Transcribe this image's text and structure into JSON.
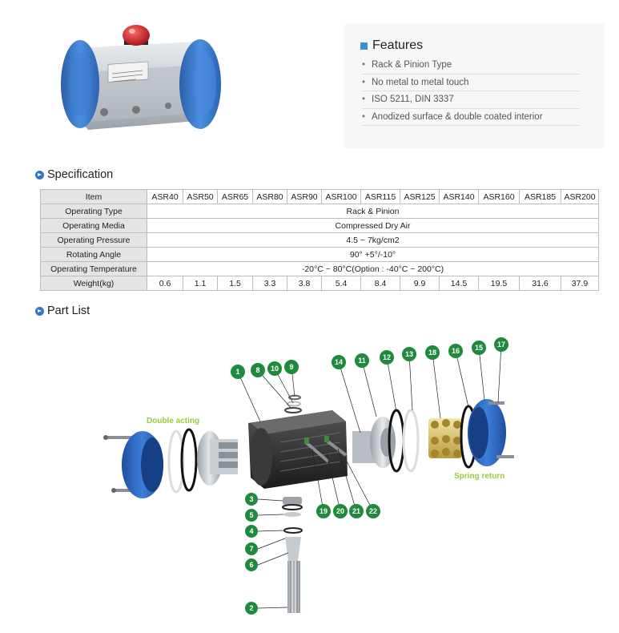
{
  "features": {
    "title": "Features",
    "items": [
      "Rack & Pinion Type",
      "No metal to metal touch",
      "ISO 5211, DIN 3337",
      "Anodized surface & double coated interior"
    ]
  },
  "specification": {
    "title": "Specification",
    "header": [
      "Item",
      "ASR40",
      "ASR50",
      "ASR65",
      "ASR80",
      "ASR90",
      "ASR100",
      "ASR115",
      "ASR125",
      "ASR140",
      "ASR160",
      "ASR185",
      "ASR200"
    ],
    "rows": [
      {
        "label": "Operating Type",
        "value": "Rack & Pinion"
      },
      {
        "label": "Operating Media",
        "value": "Compressed Dry Air"
      },
      {
        "label": "Operating Pressure",
        "value": "4.5 ~ 7kg/cm2"
      },
      {
        "label": "Rotating Angle",
        "value": "90° +5°/-10°"
      },
      {
        "label": "Operating Temperature",
        "value": "-20°C ~ 80°C(Option : -40°C ~ 200°C)"
      }
    ],
    "weight": {
      "label": "Weight(kg)",
      "values": [
        "0.6",
        "1.1",
        "1.5",
        "3.3",
        "3.8",
        "5.4",
        "8.4",
        "9.9",
        "14.5",
        "19.5",
        "31.6",
        "37.9"
      ]
    }
  },
  "part_list": {
    "title": "Part List",
    "double_acting_label": "Double acting",
    "spring_return_label": "Spring return",
    "callouts": {
      "n1": "1",
      "n2": "2",
      "n3": "3",
      "n4": "4",
      "n5": "5",
      "n6": "6",
      "n7": "7",
      "n8": "8",
      "n9": "9",
      "n10": "10",
      "n11": "11",
      "n12": "12",
      "n13": "13",
      "n14": "14",
      "n15": "15",
      "n16": "16",
      "n17": "17",
      "n18": "18",
      "n19": "19",
      "n20": "20",
      "n21": "21",
      "n22": "22"
    }
  },
  "product": {
    "lamp_color": "#c8232b",
    "cap_color": "#3a74c4"
  }
}
